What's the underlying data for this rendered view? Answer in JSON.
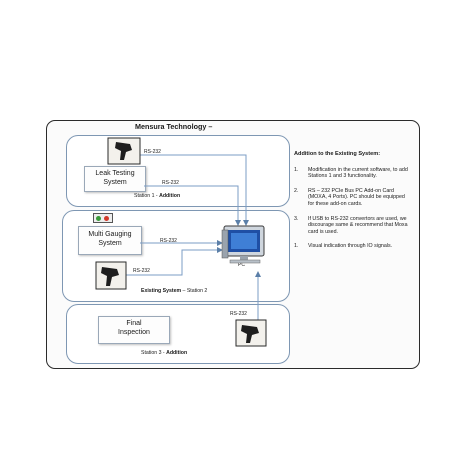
{
  "diagram": {
    "title": "Mensura Technology –",
    "stations": [
      {
        "box_text": [
          "Leak Testing",
          "System"
        ],
        "caption_main": "Station 1 - ",
        "caption_bold": "Addition"
      },
      {
        "box_text": [
          "Multi Gauging",
          "System"
        ],
        "caption_main": "Existing System",
        "caption_bold": " – Station 2"
      },
      {
        "box_text": [
          "Final",
          "Inspection"
        ],
        "caption_main": "Station 3 - ",
        "caption_bold": "Addition"
      }
    ],
    "links": {
      "s1_scanner": "RS-232",
      "s1_box": "RS-232",
      "s2_box": "RS-232",
      "s2_scanner": "RS-232",
      "s3_scanner": "RS-232"
    },
    "pc_label": "PC",
    "indicator_colors": [
      "#3a9b3a",
      "#d23a2a"
    ]
  },
  "notes": {
    "heading": "Addition to the Existing System:",
    "items": [
      {
        "num": "1.",
        "text": "Modification in the current software, to add Stations 1 and 3 functionality."
      },
      {
        "num": "2.",
        "text": "RS – 232 PCIe Bus PC Add-on Card (MOXA, 4 Ports). PC should be equipped for these add-on cards."
      },
      {
        "num": "3.",
        "text": "If USB to RS-232 convertors are used, we discourage same & recommend that Moxa card is used."
      },
      {
        "num": "1.",
        "text": "Visual indication through IO signals."
      }
    ]
  }
}
